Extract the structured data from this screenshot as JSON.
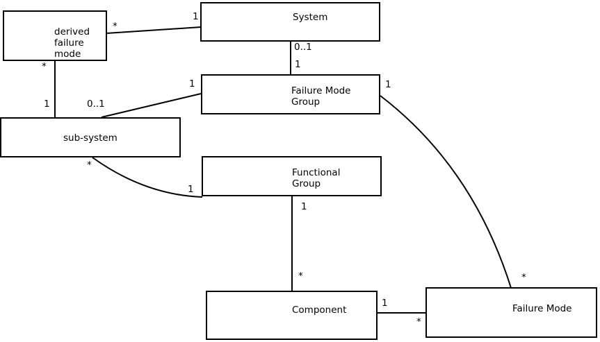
{
  "diagram": {
    "colors": {
      "background": "#ffffff",
      "box_fill": "#ffffff",
      "box_border": "#000000",
      "line": "#000000",
      "text": "#000000"
    },
    "entities": [
      {
        "id": "derived-failure-mode",
        "name": "derived failure mode",
        "lines": [
          "derived",
          "failure",
          "mode"
        ]
      },
      {
        "id": "system",
        "name": "System",
        "lines": [
          "System"
        ]
      },
      {
        "id": "failure-mode-group",
        "name": "Failure Mode Group",
        "lines": [
          "Failure Mode",
          "Group"
        ]
      },
      {
        "id": "sub-system",
        "name": "sub-system",
        "lines": [
          "sub-system"
        ]
      },
      {
        "id": "functional-group",
        "name": "Functional Group",
        "lines": [
          "Functional",
          "Group"
        ]
      },
      {
        "id": "component",
        "name": "Component",
        "lines": [
          "Component"
        ]
      },
      {
        "id": "failure-mode",
        "name": "Failure Mode",
        "lines": [
          "Failure Mode"
        ]
      }
    ],
    "associations": [
      {
        "from": "derived failure mode",
        "to": "System",
        "from_multiplicity": "*",
        "to_multiplicity": "1"
      },
      {
        "from": "System",
        "to": "Failure Mode Group",
        "from_multiplicity": "0..1",
        "to_multiplicity": "1"
      },
      {
        "from": "Failure Mode Group",
        "to": "sub-system",
        "from_multiplicity": "1",
        "to_multiplicity": "0..1"
      },
      {
        "from": "derived failure mode",
        "to": "sub-system",
        "from_multiplicity": "*",
        "to_multiplicity": "1"
      },
      {
        "from": "sub-system",
        "to": "Functional Group",
        "from_multiplicity": "*",
        "to_multiplicity": "1"
      },
      {
        "from": "Functional Group",
        "to": "Component",
        "from_multiplicity": "1",
        "to_multiplicity": "*"
      },
      {
        "from": "Component",
        "to": "Failure Mode",
        "from_multiplicity": "1",
        "to_multiplicity": "*"
      },
      {
        "from": "Failure Mode Group",
        "to": "Failure Mode",
        "from_multiplicity": "1",
        "to_multiplicity": "*"
      }
    ]
  }
}
